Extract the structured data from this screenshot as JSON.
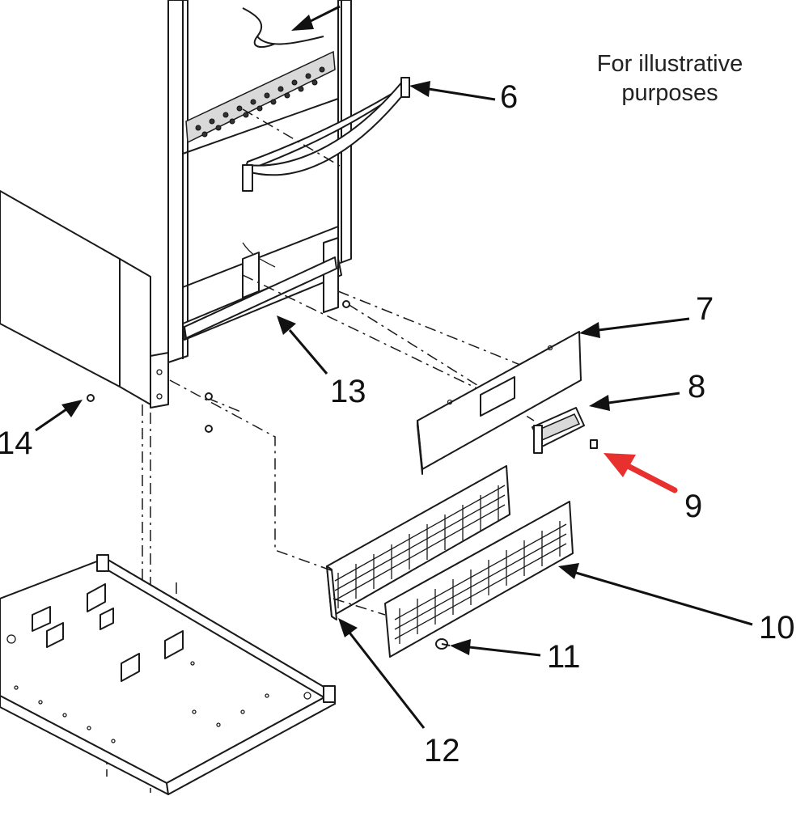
{
  "note": {
    "line1": "For illustrative",
    "line2": "purposes"
  },
  "callouts": {
    "c6": "6",
    "c7": "7",
    "c8": "8",
    "c9": "9",
    "c10": "10",
    "c11": "11",
    "c12": "12",
    "c13": "13",
    "c14": "14"
  },
  "colors": {
    "highlight_arrow": "#e8302e",
    "line": "#1a1a1a",
    "background": "#ffffff"
  }
}
